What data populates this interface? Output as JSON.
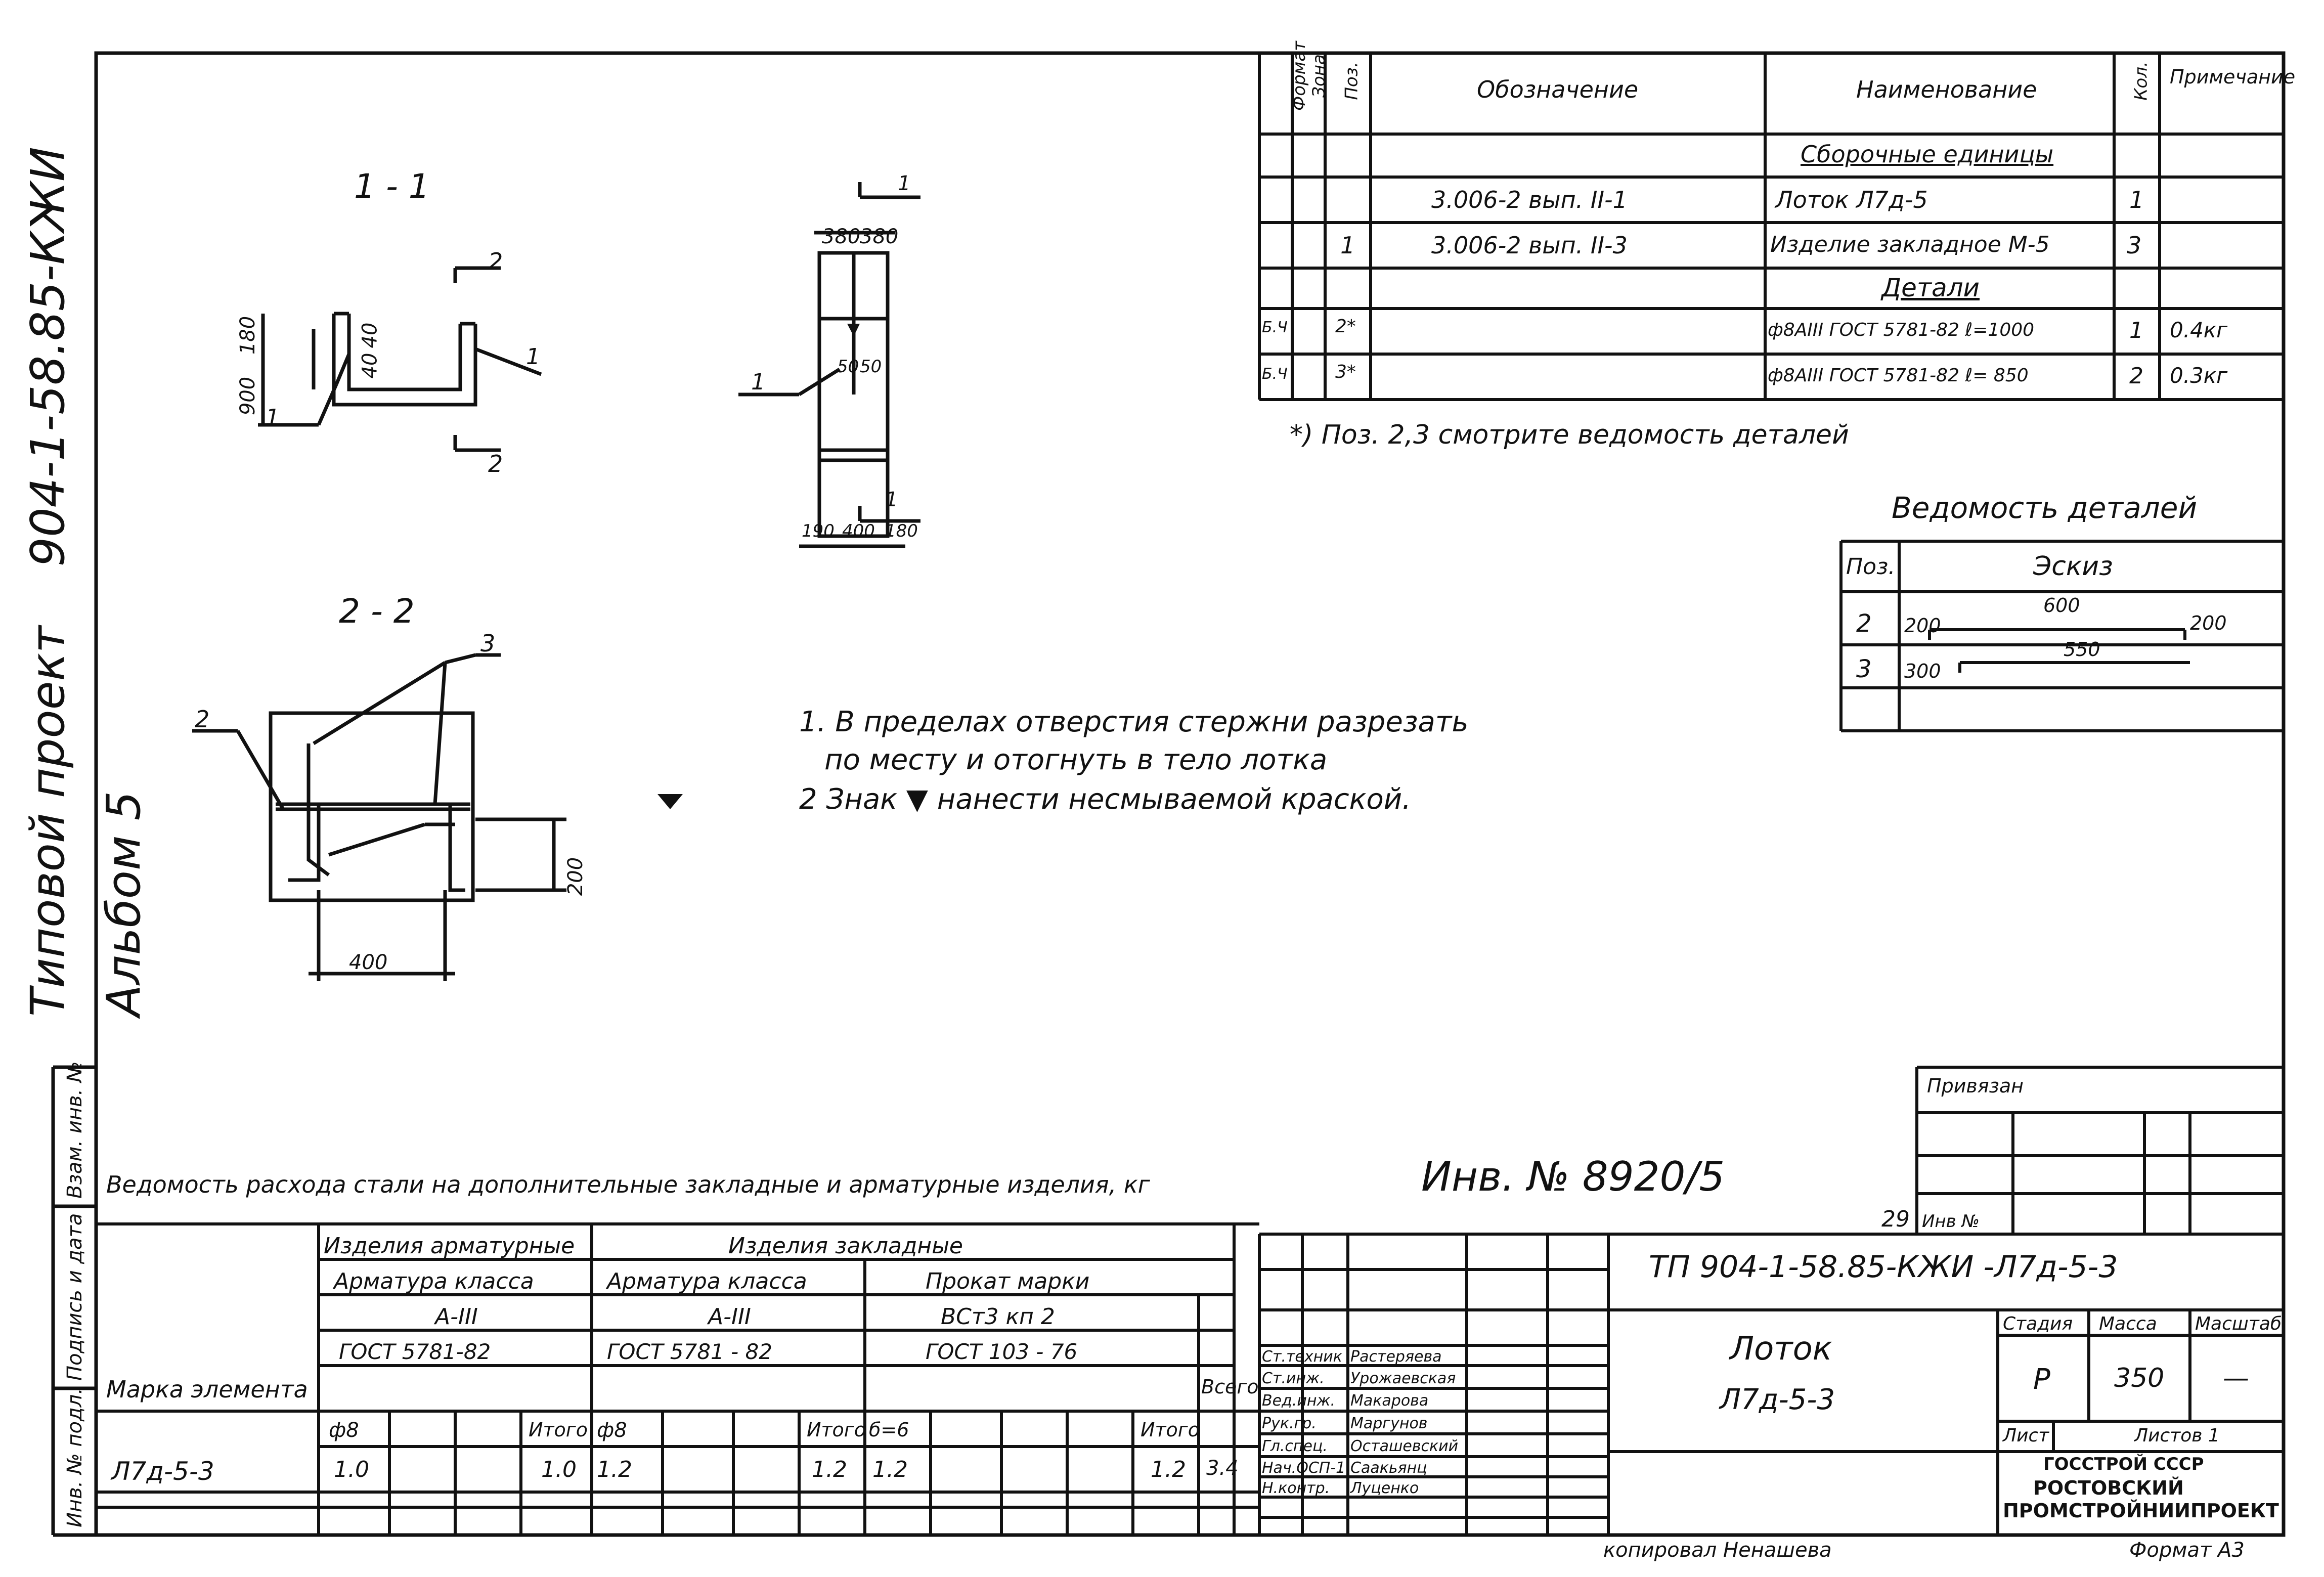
{
  "side": {
    "album": "904-1-58.85-КЖИ Альбом 5",
    "project": "Типовой проект",
    "stamps": [
      "Инв. № подл.",
      "Подпись и дата",
      "Взам. инв. №"
    ]
  },
  "spec": {
    "headers": [
      "Формат",
      "Зона",
      "Поз.",
      "Обозначение",
      "Наименование",
      "Кол.",
      "Примечание"
    ],
    "rows": [
      {
        "format": "",
        "zone": "",
        "pos": "",
        "designation": "",
        "name": "Сборочные единицы",
        "qty": "",
        "note": ""
      },
      {
        "format": "",
        "zone": "",
        "pos": "",
        "designation": "3.006-2 вып. II-1",
        "name": "Лоток Л7д-5",
        "qty": "1",
        "note": ""
      },
      {
        "format": "",
        "zone": "",
        "pos": "1",
        "designation": "3.006-2 вып. II-3",
        "name": "Изделие закладное М-5",
        "qty": "3",
        "note": ""
      },
      {
        "format": "",
        "zone": "",
        "pos": "",
        "designation": "",
        "name": "Детали",
        "qty": "",
        "note": ""
      },
      {
        "format": "Б.Ч",
        "zone": "",
        "pos": "2*",
        "designation": "",
        "name": "ф8АIII ГОСТ 5781-82 ℓ=1000",
        "qty": "1",
        "note": "0.4кг"
      },
      {
        "format": "Б.Ч",
        "zone": "",
        "pos": "3*",
        "designation": "",
        "name": "ф8АIII ГОСТ 5781-82 ℓ= 850",
        "qty": "2",
        "note": "0.3кг"
      }
    ],
    "footnote": "*) Поз. 2,3 смотрите ведомость деталей"
  },
  "details": {
    "title": "Ведомость деталей",
    "headers": [
      "Поз.",
      "Эскиз"
    ],
    "rows": [
      {
        "pos": "2",
        "left": "200",
        "mid": "600",
        "right": "200"
      },
      {
        "pos": "3",
        "left": "300",
        "mid": "550",
        "right": ""
      }
    ]
  },
  "drawings": {
    "s11": "1 - 1",
    "s22": "2 - 2",
    "section_marks": [
      "2",
      "2",
      "1",
      "1"
    ],
    "dims_11": [
      "900",
      "180",
      "40",
      "40",
      "1",
      "1"
    ],
    "dims_plan": [
      "380",
      "380",
      "50",
      "50",
      "190",
      "400",
      "180",
      "1"
    ],
    "dims_22": [
      "2",
      "3",
      "200",
      "400"
    ]
  },
  "notes": [
    "1. В пределах отверстия стержни разрезать",
    "по месту и отогнуть в тело лотка",
    "2 Знак ▼ нанести несмываемой краской."
  ],
  "steel": {
    "title": "Ведомость расхода стали на дополнительные закладные и арматурные изделия, кг",
    "mark_header": "Марка элемента",
    "total_header": "Всего",
    "groups": {
      "armature_items": "Изделия арматурные",
      "embedded_items": "Изделия закладные",
      "armature_class_1": "Арматура класса",
      "armature_class_2": "Арматура класса",
      "rolled_steel": "Прокат марки",
      "class_1": "А-III",
      "class_2": "А-III",
      "steel_grade": "ВСт3 кп 2",
      "gost_1": "ГОСТ 5781-82",
      "gost_2": "ГОСТ 5781 - 82",
      "gost_3": "ГОСТ 103 - 76",
      "d1": "ф8",
      "d2": "ф8",
      "d3": "б=6",
      "total1": "Итого",
      "total2": "Итого",
      "total3": "Итого"
    },
    "row": {
      "mark": "Л7д-5-3",
      "v1": "1.0",
      "t1": "1.0",
      "v2": "1.2",
      "t2": "1.2",
      "v3": "1.2",
      "t3": "1.2",
      "total": "3.4"
    }
  },
  "inv": "Инв. № 8920/5",
  "sheet_number": "29",
  "privyazan": "Привязан",
  "inv_short": "Инв №",
  "stamp": {
    "doc": "ТП 904-1-58.85-КЖИ -Л7д-5-3",
    "title": "Лоток",
    "subtitle": "Л7д-5-3",
    "stage_h": "Стадия",
    "mass_h": "Масса",
    "scale_h": "Масштаб",
    "stage": "Р",
    "mass": "350",
    "scale": "—",
    "sheet": "Лист",
    "sheets": "Листов 1",
    "org": [
      "ГОССТРОЙ СССР",
      "РОСТОВСКИЙ",
      "ПРОМСТРОЙНИИПРОЕКТ"
    ],
    "people": [
      {
        "role": "Ст.техник",
        "name": "Растеряева"
      },
      {
        "role": "Ст.инж.",
        "name": "Урожаевская"
      },
      {
        "role": "Вед.инж.",
        "name": "Макарова"
      },
      {
        "role": "Рук.гр.",
        "name": "Маргунов"
      },
      {
        "role": "Гл.спец.",
        "name": "Осташевский"
      },
      {
        "role": "Нач.ОСП-1",
        "name": "Саакьянц"
      },
      {
        "role": "Н.контр.",
        "name": "Луценко"
      }
    ]
  },
  "copied": "копировал Ненашева",
  "format": "Формат А3"
}
